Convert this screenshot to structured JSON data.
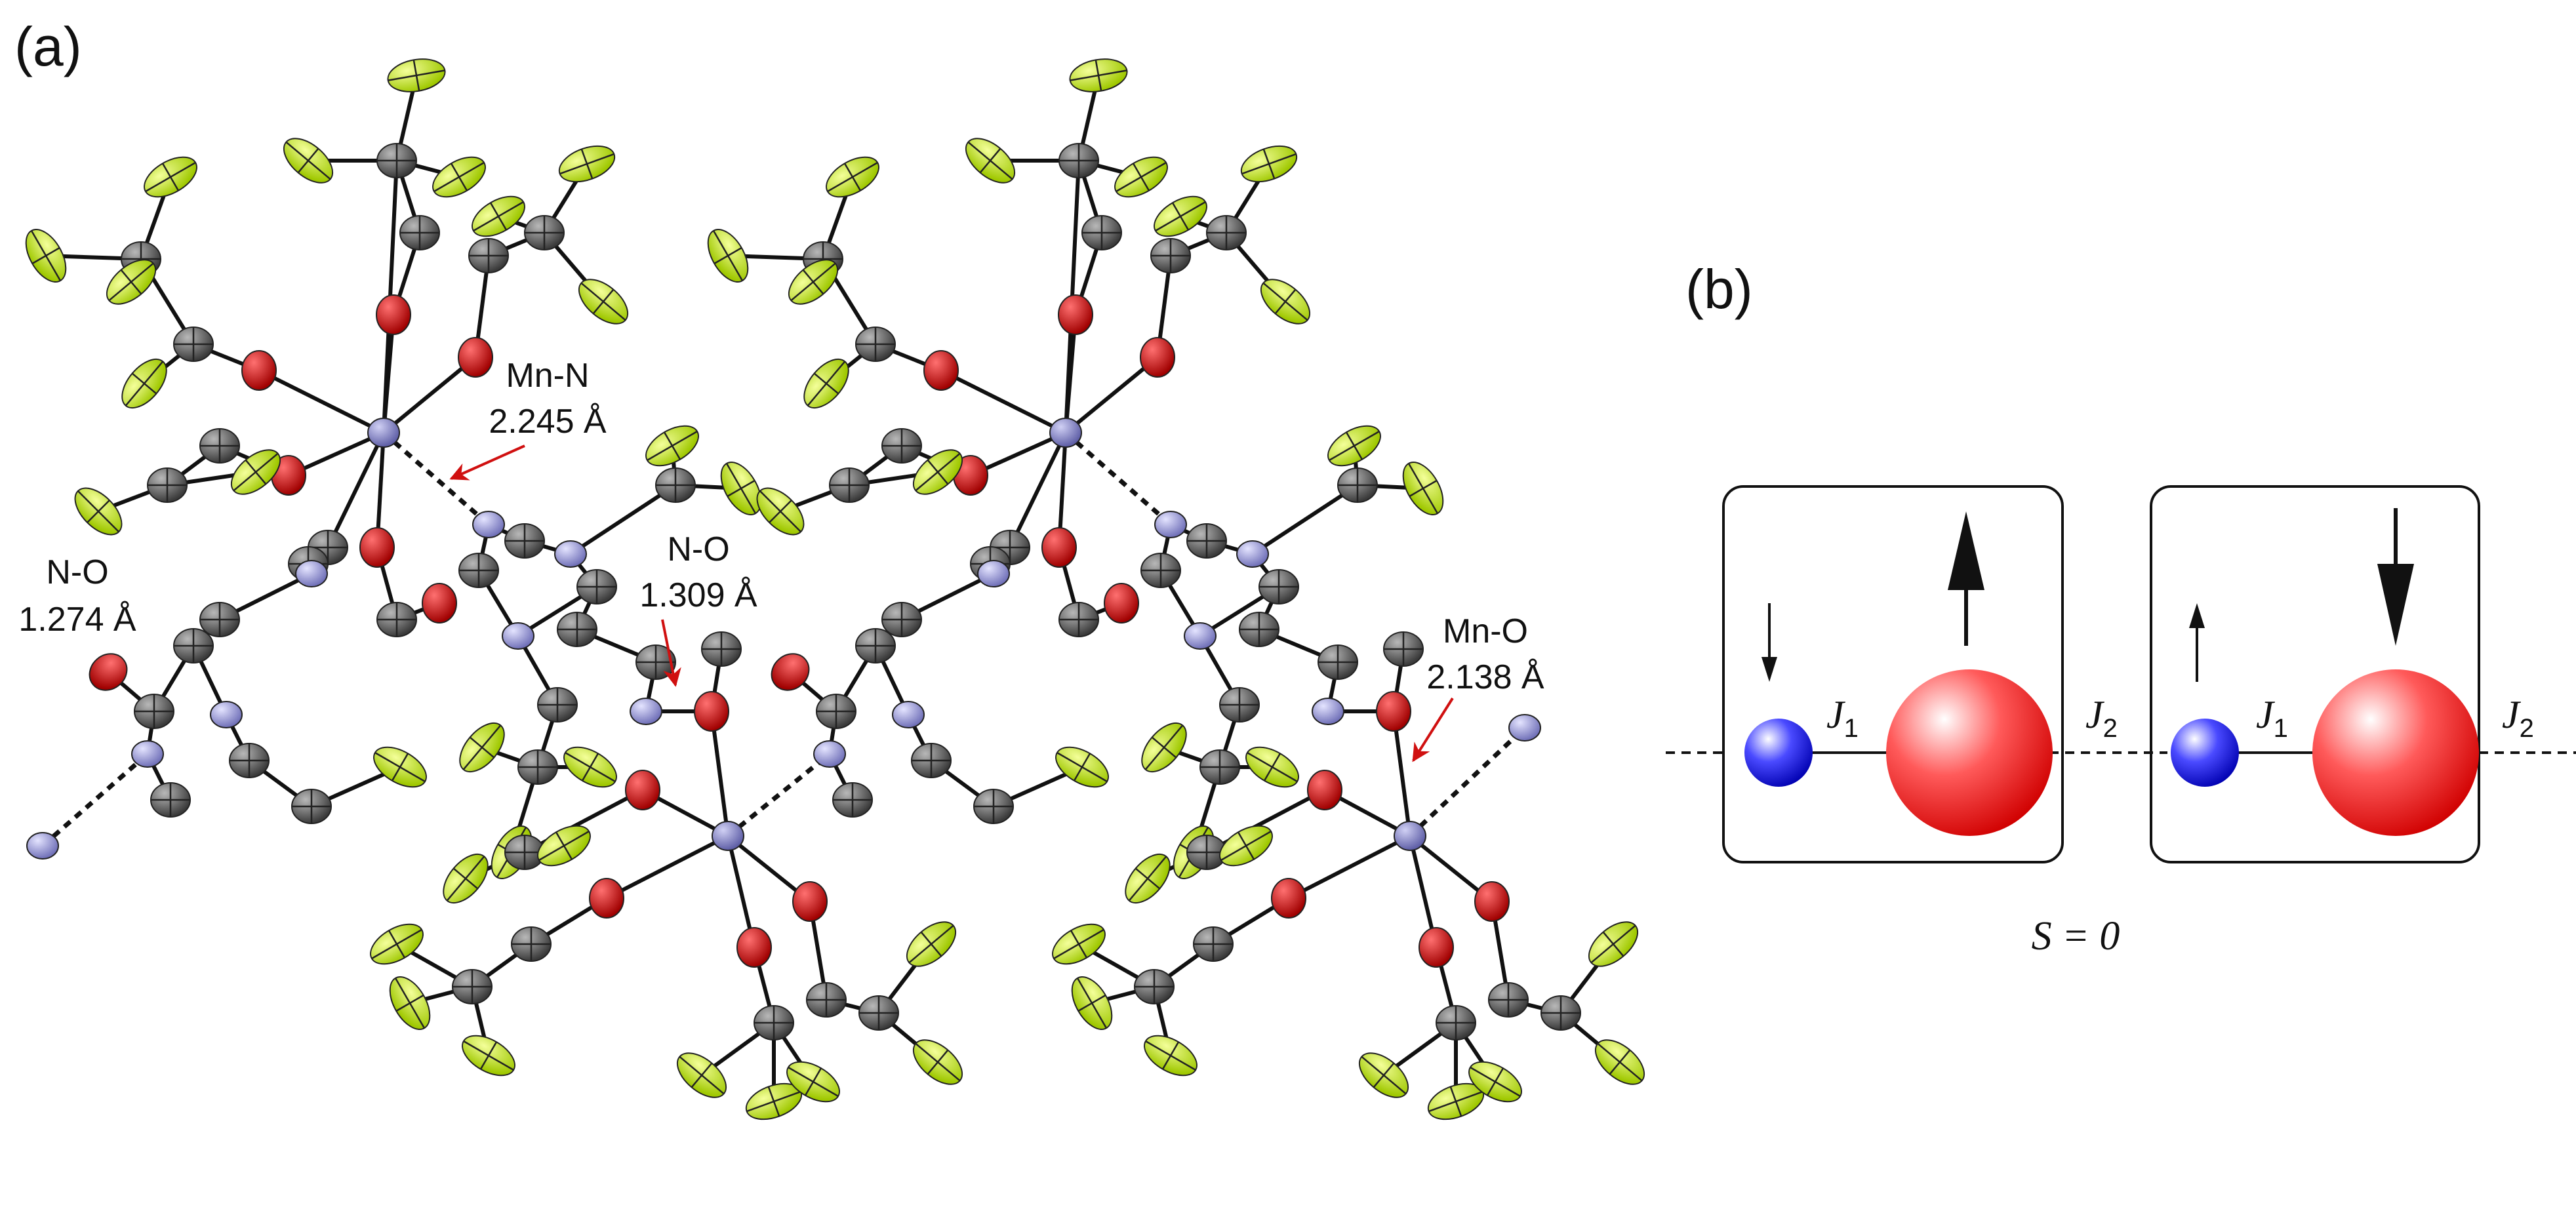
{
  "panel_a": {
    "label": "(a)",
    "annotations": [
      {
        "id": "mn-n",
        "name": "Mn-N",
        "value": "2.245 Å"
      },
      {
        "id": "n-o-left",
        "name": "N-O",
        "value": "1.274 Å"
      },
      {
        "id": "n-o-mid",
        "name": "N-O",
        "value": "1.309 Å"
      },
      {
        "id": "mn-o",
        "name": "Mn-O",
        "value": "2.138 Å"
      }
    ],
    "atom_colors": {
      "Mn": "#8f8fcf",
      "N": "#a9a9e6",
      "O": "#d40000",
      "C": "#6e6e6e",
      "F": "#ccec28"
    }
  },
  "panel_b": {
    "label": "(b)",
    "j1": "J",
    "j1_sub": "1",
    "j2": "J",
    "j2_sub": "2",
    "spin_state": "S = 0",
    "colors": {
      "small_sphere": "#1a1ad4",
      "large_sphere": "#e02020"
    }
  }
}
